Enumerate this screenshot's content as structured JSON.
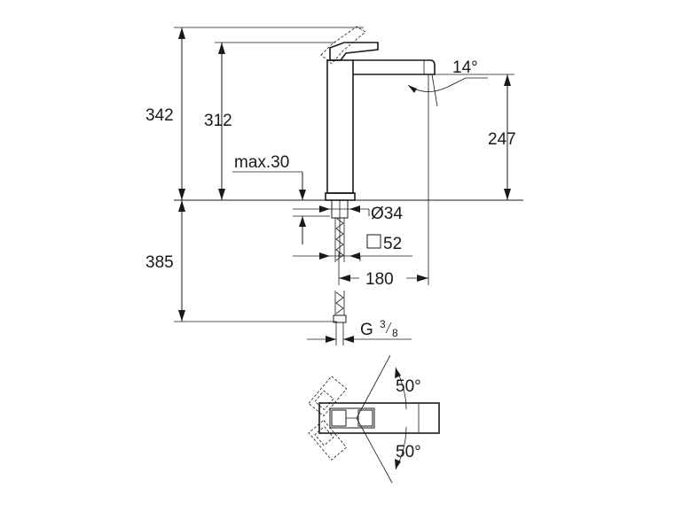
{
  "dimensions": {
    "overall_height": "342",
    "spout_height": "312",
    "max_deck": "max.30",
    "outlet_height": "247",
    "spout_angle": "14°",
    "shank_diameter": "Ø34",
    "base_size": "52",
    "reach": "180",
    "supply_length": "385",
    "thread_prefix": "G",
    "thread_num": "3",
    "thread_den": "8",
    "lever_angle_top": "50°",
    "lever_angle_bottom": "50°"
  }
}
